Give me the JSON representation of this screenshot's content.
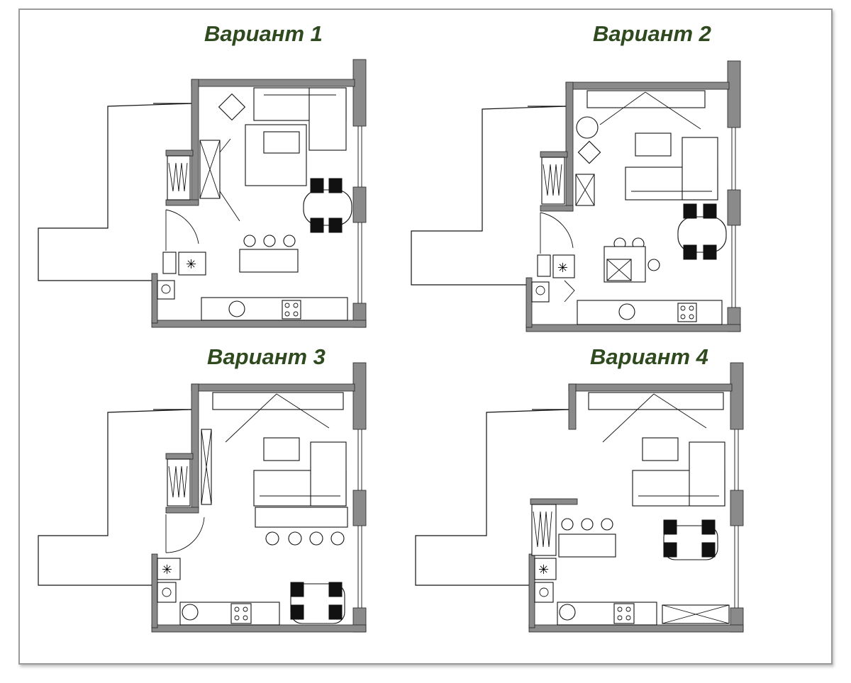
{
  "page": {
    "titles": [
      "Вариант 1",
      "Вариант 2",
      "Вариант 3",
      "Вариант 4"
    ]
  },
  "colors": {
    "title": "#2e4a1e",
    "wall": "#8a8a8a",
    "frame": "#9a9a9a",
    "line": "#111111"
  }
}
